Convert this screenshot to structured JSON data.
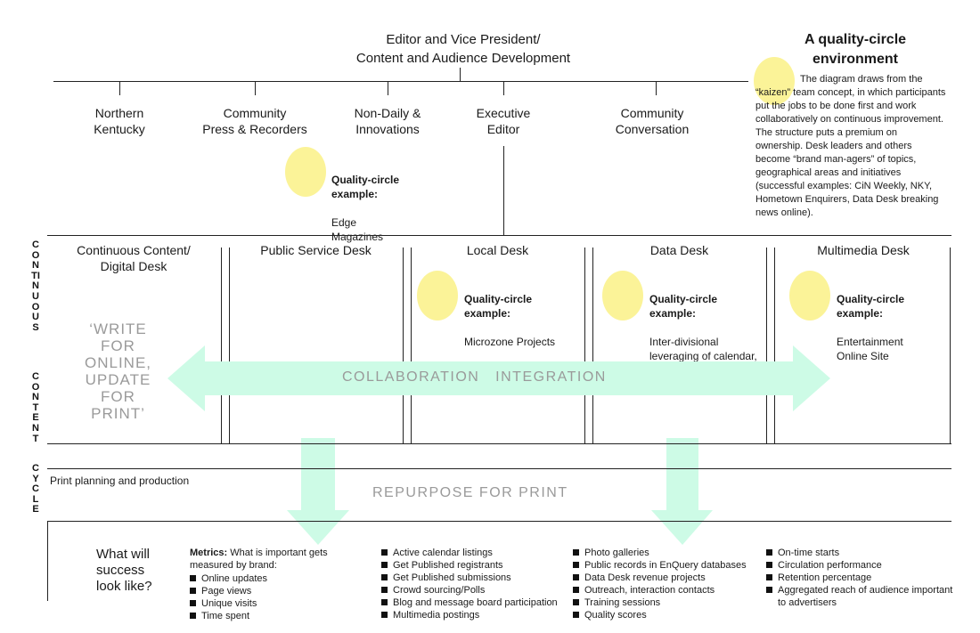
{
  "top_title": "Editor and Vice President/\nContent and Audience Development",
  "units": [
    {
      "label": "Northern\nKentucky"
    },
    {
      "label": "Community\nPress & Recorders"
    },
    {
      "label": "Non-Daily &\nInnovations"
    },
    {
      "label": "Executive\nEditor"
    },
    {
      "label": "Community\nConversation"
    }
  ],
  "sidebar": {
    "title": "A quality-circle\nenvironment",
    "body": "The diagram draws from the “kaizen” team concept, in which participants put the jobs to be done first and work collaboratively on continuous improvement. The structure puts a premium on ownership. Desk leaders and others become “brand man-agers” of topics, geographical areas and initiatives (successful examples: CiN Weekly, NKY, Hometown Enquirers, Data Desk breaking news online)."
  },
  "qc_label": "Quality-circle\nexample:",
  "qc_examples": {
    "nondaily": "Edge\nMagazines",
    "local": "Microzone Projects",
    "data": "Inter-divisional\nleveraging of calendar,\ndata, archive assets",
    "multimedia": "Entertainment\nOnline Site"
  },
  "desks": [
    {
      "label": "Continuous Content/\nDigital Desk"
    },
    {
      "label": "Public Service Desk"
    },
    {
      "label": "Local Desk"
    },
    {
      "label": "Data Desk"
    },
    {
      "label": "Multimedia Desk"
    }
  ],
  "vertical_label": {
    "first": "CONTINUOUS",
    "second": "CONTENT",
    "third": "CYCLE"
  },
  "write_for_online": "‘WRITE\nFOR\nONLINE,\nUPDATE\nFOR\nPRINT’",
  "collaboration_label": "COLLABORATION   INTEGRATION",
  "print_planning": "Print planning and production",
  "repurpose_label": "REPURPOSE FOR PRINT",
  "success_question": "What will\nsuccess\nlook like?",
  "metrics": {
    "label": "Metrics:",
    "intro": " What is important gets measured by brand:",
    "items": [
      "Online updates",
      "Page views",
      "Unique visits",
      "Time spent"
    ]
  },
  "metrics_col2": [
    "Active calendar listings",
    "Get Published registrants",
    "Get Published submissions",
    "Crowd sourcing/Polls",
    "Blog and message board participation",
    "Multimedia postings"
  ],
  "metrics_col3": [
    "Photo galleries",
    "Public records in EnQuery databases",
    "Data Desk revenue projects",
    "Outreach, interaction contacts",
    "Training sessions",
    "Quality scores"
  ],
  "metrics_col4": [
    "On-time starts",
    "Circulation performance",
    "Retention percentage",
    "Aggregated reach of audience important to advertisers"
  ],
  "colors": {
    "mint": "#cdfbe6",
    "circle": "#fbf398",
    "line": "#222222",
    "ghost_text": "#9a9a9a"
  }
}
